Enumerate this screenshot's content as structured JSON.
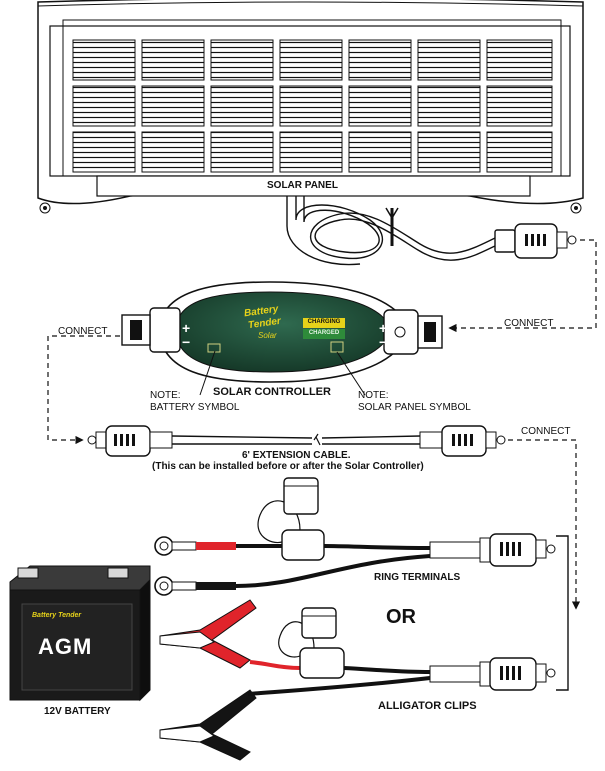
{
  "labels": {
    "solar_panel": "SOLAR PANEL",
    "solar_controller": "SOLAR CONTROLLER",
    "note_battery": "NOTE:\nBATTERY SYMBOL",
    "note_solar": "NOTE:\nSOLAR PANEL SYMBOL",
    "connect": "CONNECT",
    "extension_cable": "6' EXTENSION CABLE.",
    "extension_note": "(This can be installed before or after the Solar Controller)",
    "ring_terminals": "RING TERMINALS",
    "or": "OR",
    "alligator_clips": "ALLIGATOR CLIPS",
    "battery_12v": "12V BATTERY"
  },
  "controller": {
    "brand_line1": "Battery",
    "brand_line2": "Tender",
    "brand_line3": "Solar",
    "status_charging": "CHARGING",
    "status_charged": "CHARGED",
    "plus": "+",
    "minus": "−"
  },
  "battery": {
    "brand": "Battery Tender",
    "type": "AGM"
  },
  "colors": {
    "controller_body": "#1f4a36",
    "brand_yellow": "#e6d21a",
    "status_green": "#2e8b3a",
    "wire_red": "#e0242b",
    "wire_black": "#141414",
    "battery_body": "#1a1a1a"
  }
}
